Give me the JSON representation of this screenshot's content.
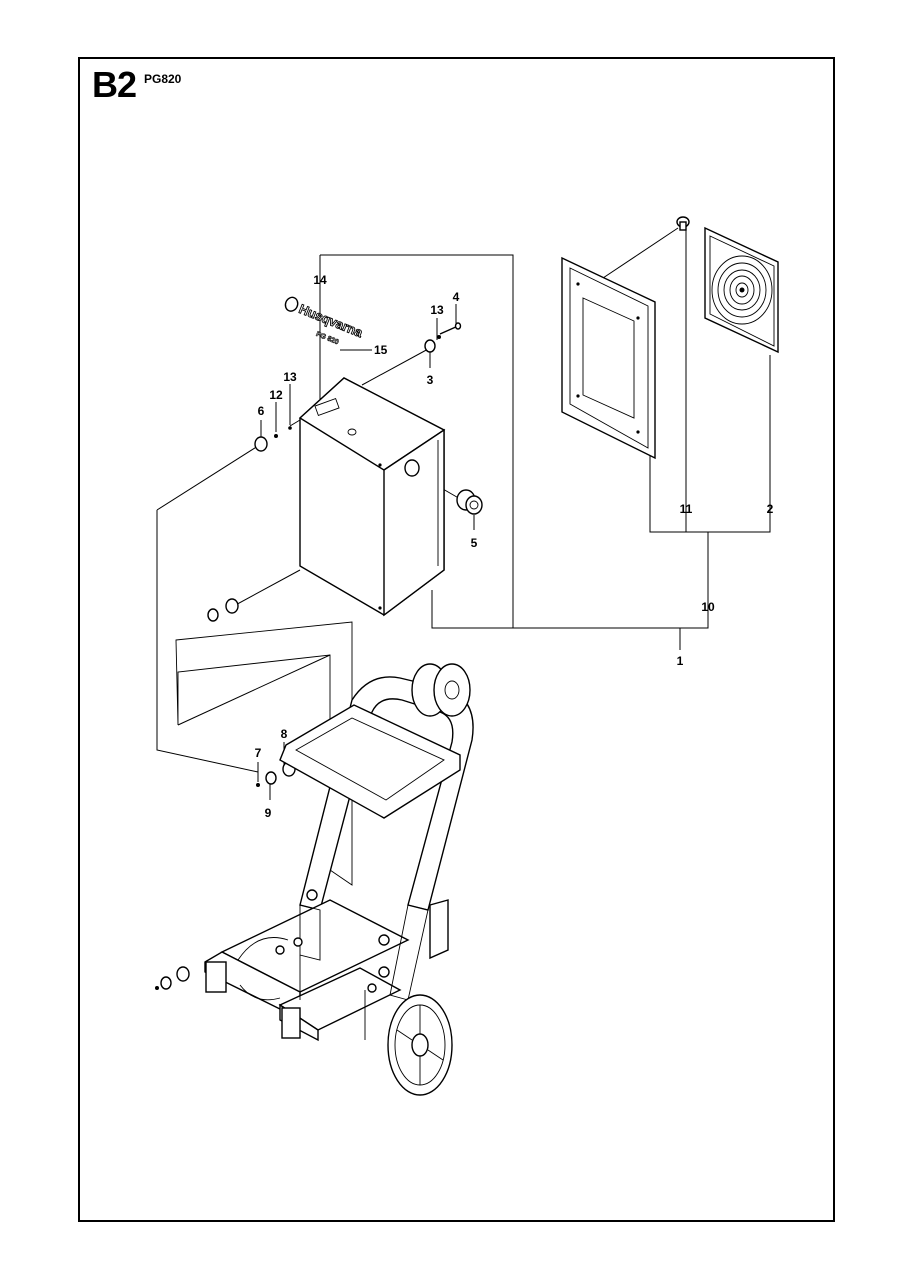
{
  "header": {
    "section_code": "B2",
    "model_code": "PG820"
  },
  "logo": {
    "brand_text": "Husqvarna",
    "model_text": "PG 820"
  },
  "callouts": {
    "p1": "1",
    "p2": "2",
    "p3": "3",
    "p4": "4",
    "p5": "5",
    "p6": "6",
    "p7": "7",
    "p8": "8",
    "p9": "9",
    "p10": "10",
    "p11": "11",
    "p12": "12",
    "p13a": "13",
    "p13b": "13",
    "p14": "14",
    "p15": "15"
  }
}
